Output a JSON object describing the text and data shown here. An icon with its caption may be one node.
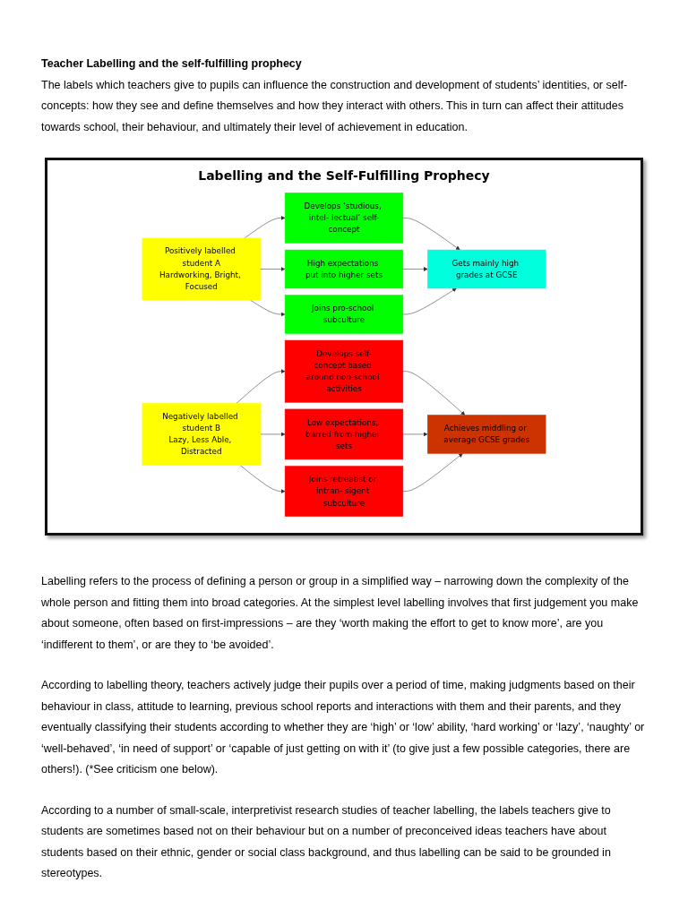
{
  "diagram": {
    "title": "Labelling and the Self-Fulfilling Prophecy",
    "nodes": [
      {
        "text": [
          "Positively labelled student A",
          "Hardworking, Bright, Focused"
        ]
      },
      {
        "text": [
          "Develops ‘studious, intel- lectual’ self-concept"
        ]
      },
      {
        "text": [
          "High expectations put into higher sets"
        ]
      },
      {
        "text": [
          "Joins pro-school subculture"
        ]
      },
      {
        "text": [
          "Gets mainly high grades at GCSE"
        ]
      },
      {
        "text": [
          "Negatively labelled student B",
          "Lazy, Less Able, Distracted"
        ]
      },
      {
        "text": [
          "Develops self-concept based around non-school activities"
        ]
      },
      {
        "text": [
          "Low expectations, barred from higher sets"
        ]
      },
      {
        "text": [
          "Joins retreatist or intran- sigent subculture"
        ]
      },
      {
        "text": [
          "Achieves middling or average GCSE grades"
        ]
      }
    ],
    "edges": [
      {
        "from": 0,
        "to": 1,
        "arrow": "to"
      },
      {
        "from": 0,
        "to": 2,
        "arrow": "to"
      },
      {
        "from": 0,
        "to": 3,
        "arrow": "to"
      },
      {
        "from": 1,
        "to": 4,
        "arrow": "to"
      },
      {
        "from": 2,
        "to": 4,
        "arrow": "to"
      },
      {
        "from": 3,
        "to": 4,
        "arrow": "to"
      },
      {
        "from": 5,
        "to": 6,
        "arrow": "to"
      },
      {
        "from": 5,
        "to": 7,
        "arrow": "to"
      },
      {
        "from": 5,
        "to": 8,
        "arrow": "to"
      },
      {
        "from": 6,
        "to": 9,
        "arrow": "to"
      },
      {
        "from": 7,
        "to": 9,
        "arrow": "to"
      },
      {
        "from": 8,
        "to": 9,
        "arrow": "to"
      }
    ],
    "labels": [
      "Teacher Labelling and the self-fulfilling prophecy",
      "The labels which teachers give to pupils can influence the construction and development of students’ identities, or self-concepts: how they see and define themselves and how they interact with others. This in turn can affect their attitudes towards school, their behaviour, and ultimately their level of achievement in education.",
      "Labelling refers to the process of defining a person or group in a simplified way – narrowing down the complexity of the whole person and fitting them into broad categories. At the simplest level labelling involves that first judgement you make about someone, often based on first-impressions – are they ‘worth making the effort to get to know more’, are you ‘indifferent to them’, or are they to ‘be avoided’.",
      "According to labelling theory, teachers actively judge their pupils over a period of time, making judgments based on their behaviour in class, attitude to learning, previous school reports and interactions with them and their parents, and they eventually classifying their students according to whether they are ‘high’ or ‘low’ ability, ‘hard working’ or ‘lazy’, ‘naughty’ or ‘well-behaved’, ‘in need of support’ or ‘capable of just getting on with it’ (to give just a few possible categories, there are others!). (*See criticism one below).",
      "According to a number of small-scale, interpretivist research studies of teacher labelling, the labels teachers give to students are sometimes based not on their behaviour but on a number of preconceived ideas teachers have about students based on their ethnic, gender or social class background, and thus labelling can be said to be grounded in stereotypes."
    ]
  }
}
